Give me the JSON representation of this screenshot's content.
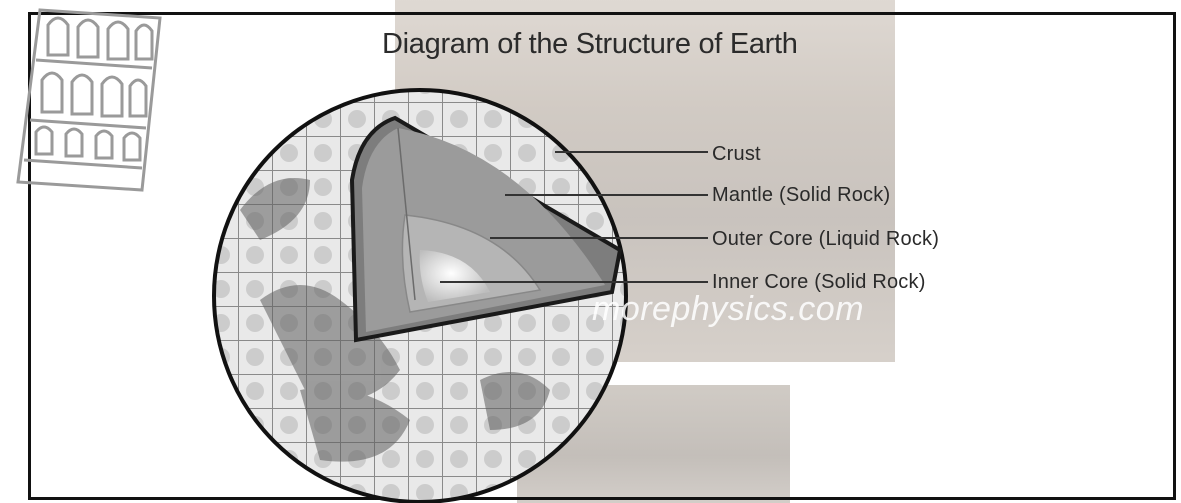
{
  "title": "Diagram of the Structure of Earth",
  "layers": [
    {
      "id": "crust",
      "label": "Crust"
    },
    {
      "id": "mantle",
      "label": "Mantle (Solid Rock)"
    },
    {
      "id": "outer_core",
      "label": "Outer Core (Liquid Rock)"
    },
    {
      "id": "inner_core",
      "label": "Inner Core (Solid Rock)"
    }
  ],
  "watermark": "morephysics.com",
  "icons": {
    "building": "leaning-tower-logo-icon",
    "globe": "earth-globe-icon"
  }
}
